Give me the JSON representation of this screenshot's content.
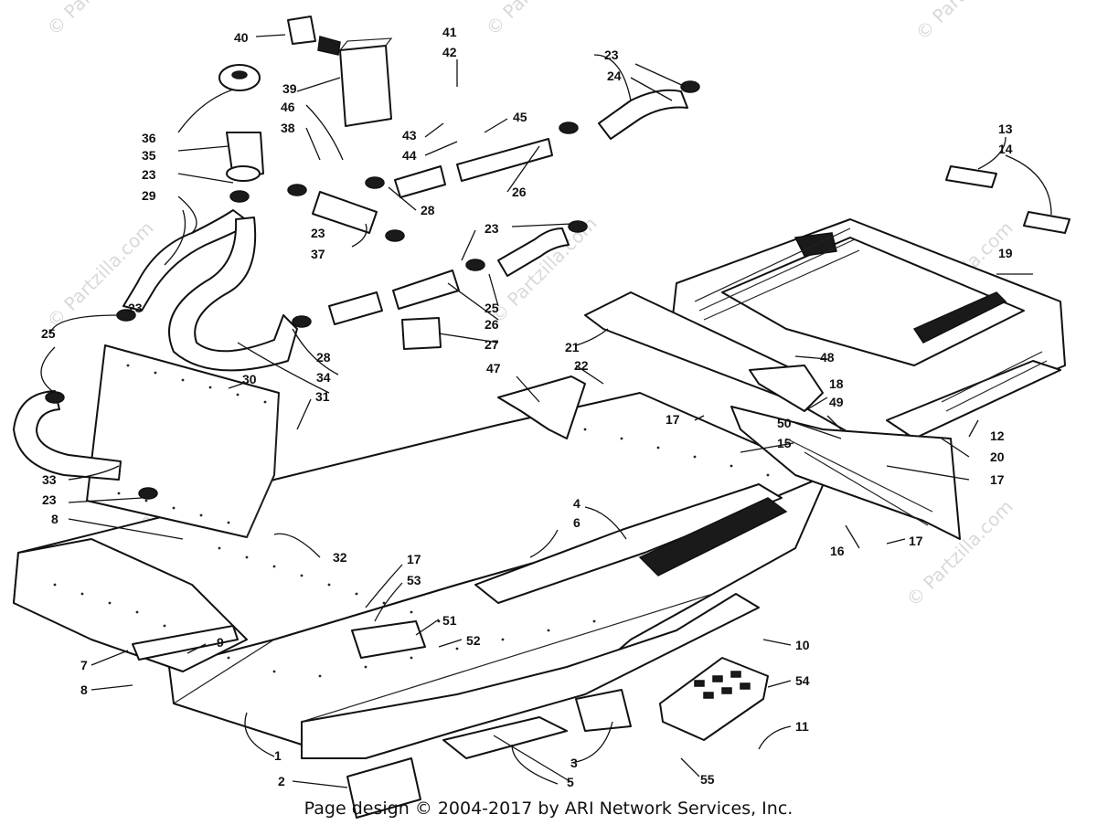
{
  "watermark": "© Partzilla.com",
  "footer": "Page design © 2004-2017 by ARI Network Services, Inc.",
  "callouts": {
    "c1": "1",
    "c2": "2",
    "c3": "3",
    "c4": "4",
    "c5": "5",
    "c6": "6",
    "c7": "7",
    "c8a": "8",
    "c8b": "8",
    "c9": "9",
    "c10": "10",
    "c11": "11",
    "c12": "12",
    "c13": "13",
    "c14": "14",
    "c15": "15",
    "c16": "16",
    "c17a": "17",
    "c17b": "17",
    "c17c": "17",
    "c17d": "17",
    "c18": "18",
    "c19": "19",
    "c20": "20",
    "c21": "21",
    "c22": "22",
    "c23a": "23",
    "c23b": "23",
    "c23c": "23",
    "c23d": "23",
    "c23e": "23",
    "c23f": "23",
    "c24": "24",
    "c25a": "25",
    "c25b": "25",
    "c26a": "26",
    "c26b": "26",
    "c27": "27",
    "c28a": "28",
    "c28b": "28",
    "c29": "29",
    "c30": "30",
    "c31": "31",
    "c32": "32",
    "c33": "33",
    "c34": "34",
    "c35": "35",
    "c36": "36",
    "c37": "37",
    "c38": "38",
    "c39": "39",
    "c40": "40",
    "c41": "41",
    "c42": "42",
    "c43": "43",
    "c44": "44",
    "c45": "45",
    "c46": "46",
    "c47": "47",
    "c48": "48",
    "c49": "49",
    "c50": "50",
    "c51": "51",
    "c52": "52",
    "c53": "53",
    "c54": "54",
    "c55": "55"
  }
}
